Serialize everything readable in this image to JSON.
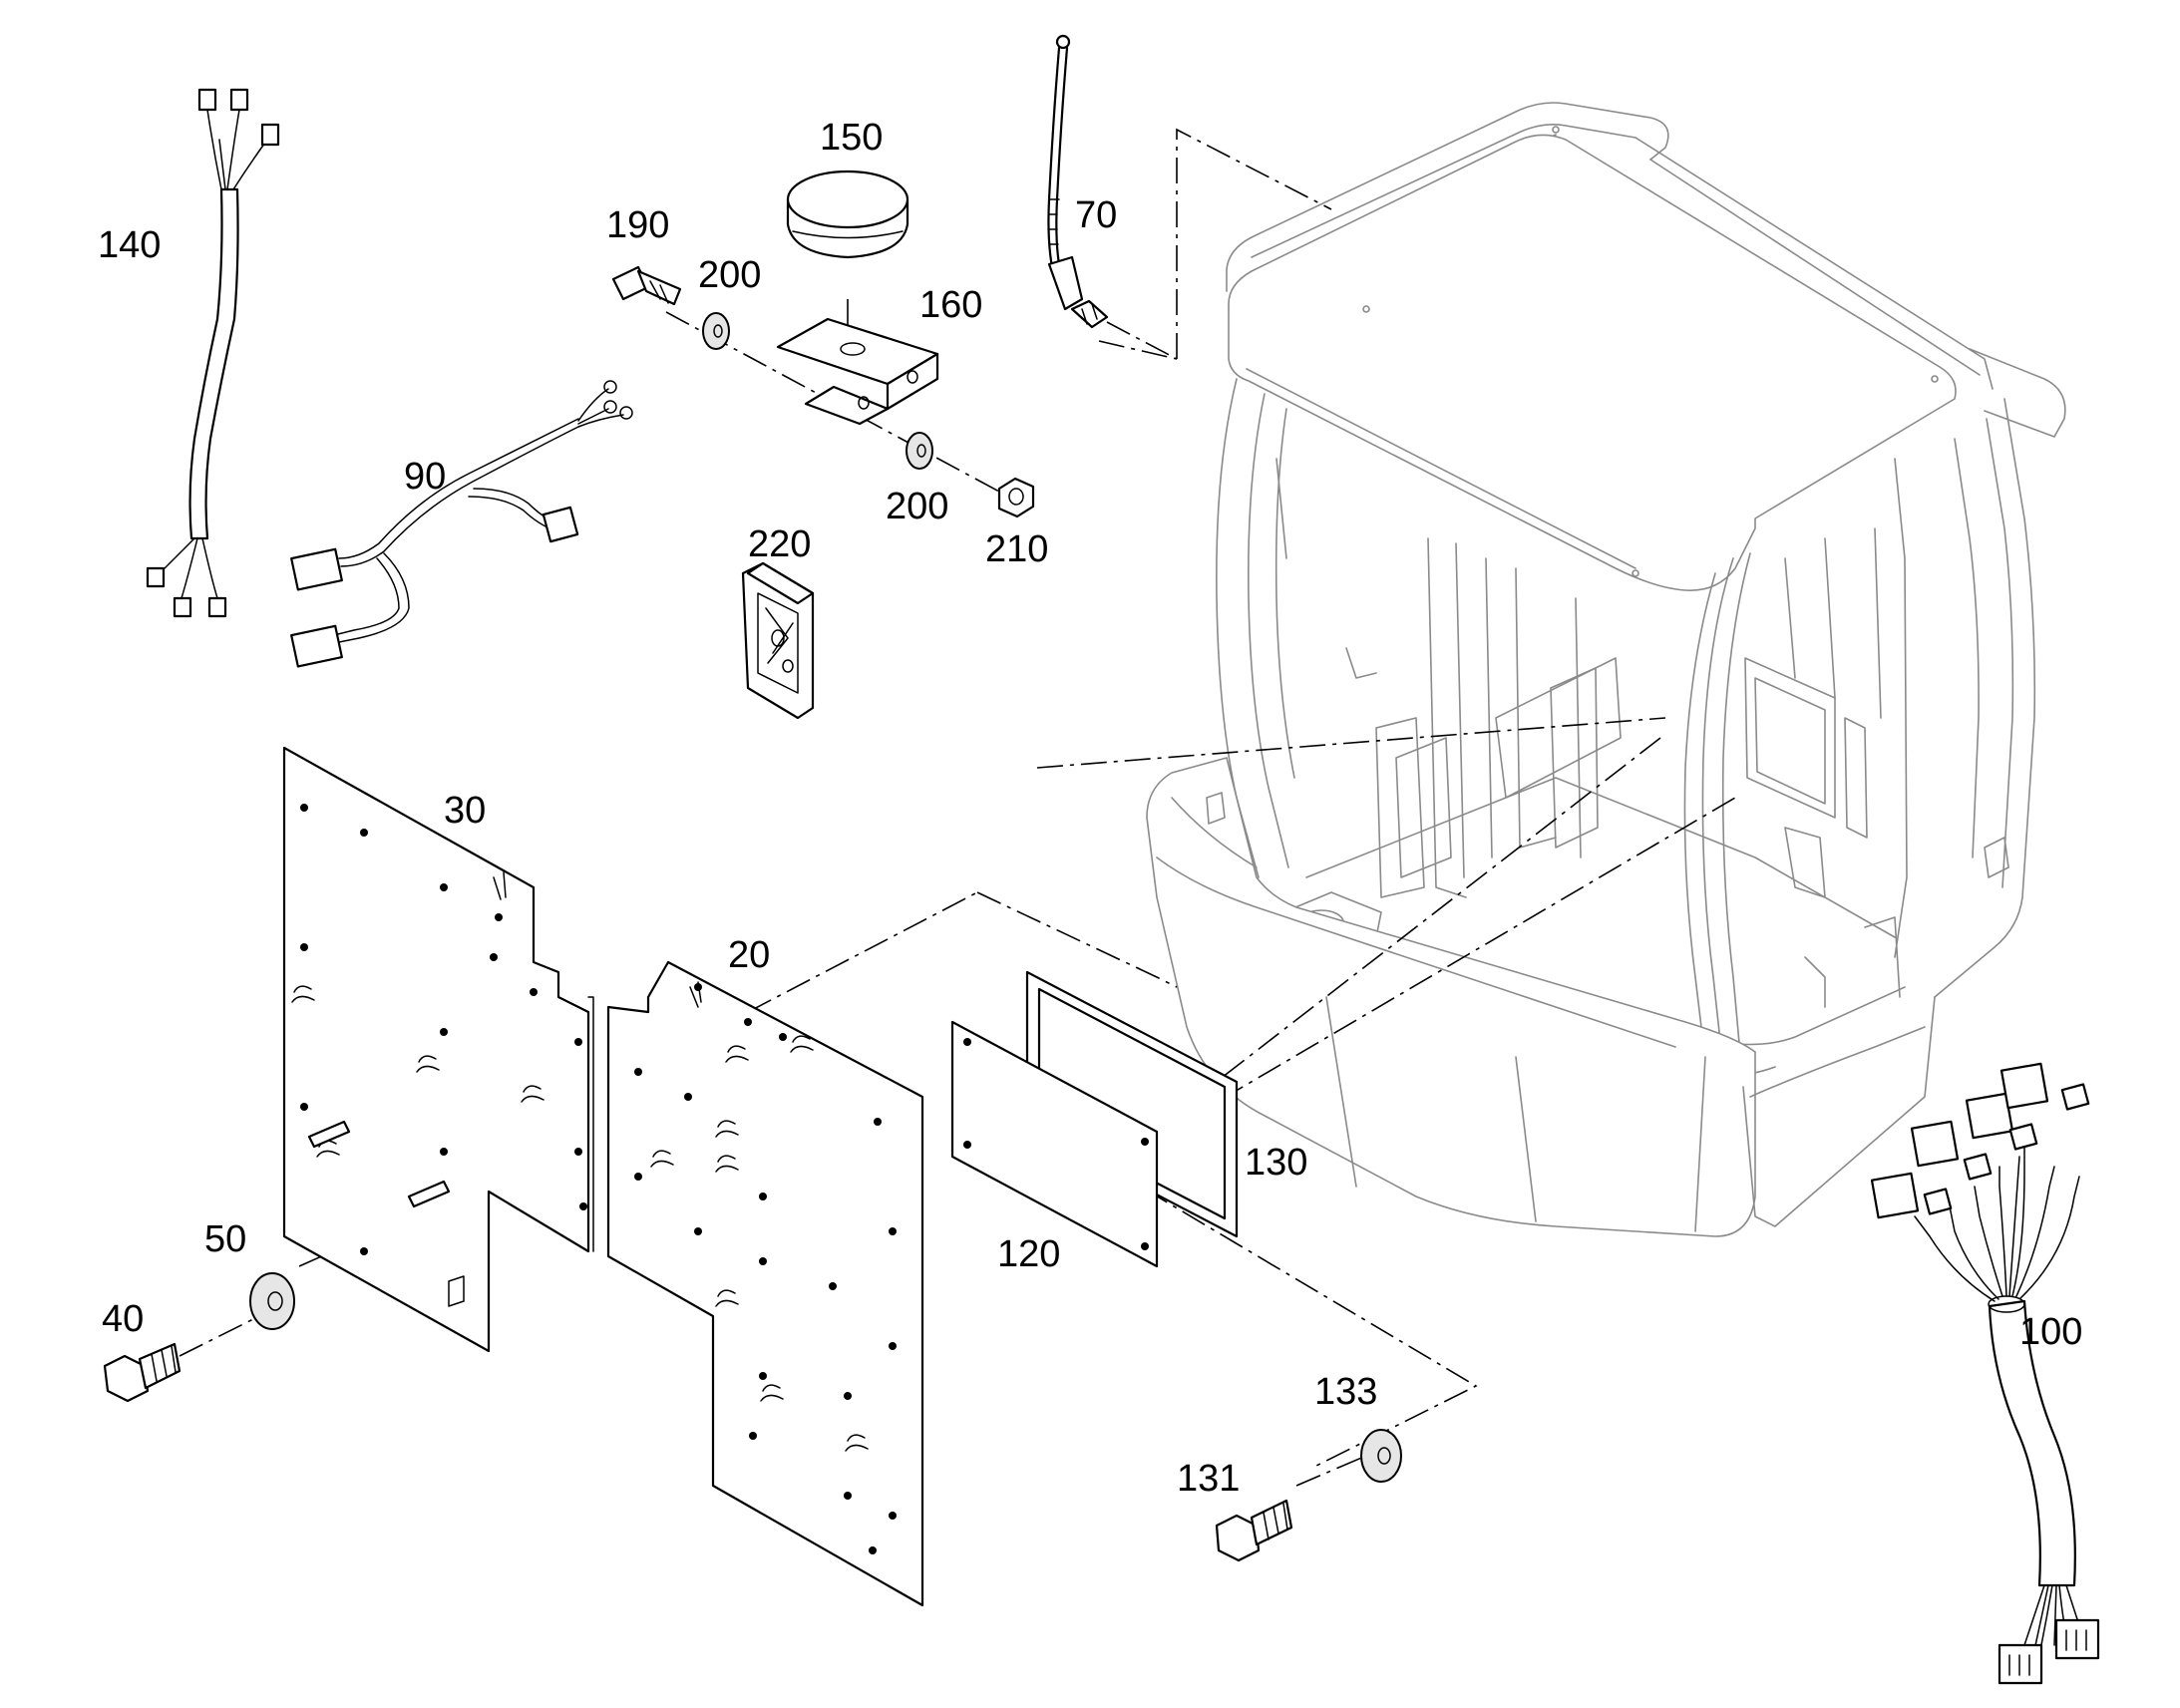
{
  "callouts": {
    "c140": "140",
    "c90": "90",
    "c150": "150",
    "c190": "190",
    "c200a": "200",
    "c160": "160",
    "c70": "70",
    "c200b": "200",
    "c210": "210",
    "c220": "220",
    "c30": "30",
    "c20": "20",
    "c130": "130",
    "c120": "120",
    "c50": "50",
    "c40": "40",
    "c133": "133",
    "c131": "131",
    "c100": "100"
  }
}
